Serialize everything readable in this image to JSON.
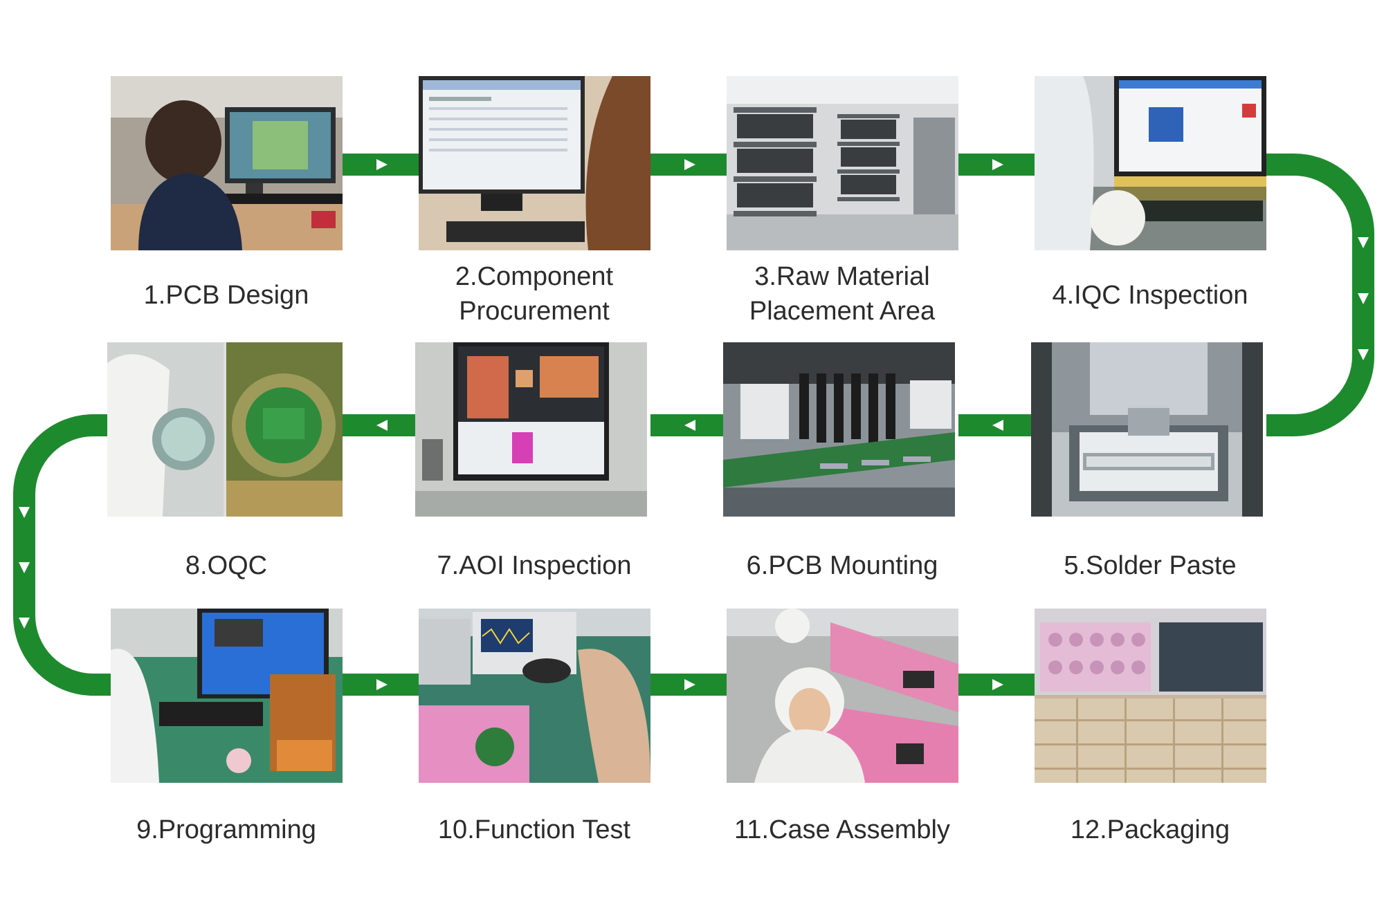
{
  "colors": {
    "track": "#1e8a2e",
    "arrow": "#ffffff",
    "label_text": "#2b2b2b"
  },
  "steps": [
    {
      "label": "1.PCB Design",
      "photo": "pcb-design-photo"
    },
    {
      "label": "2.Component\nProcurement",
      "photo": "component-procurement-photo"
    },
    {
      "label": "3.Raw Material\nPlacement Area",
      "photo": "raw-material-placement-photo"
    },
    {
      "label": "4.IQC Inspection",
      "photo": "iqc-inspection-photo"
    },
    {
      "label": "5.Solder Paste",
      "photo": "solder-paste-photo"
    },
    {
      "label": "6.PCB Mounting",
      "photo": "pcb-mounting-photo"
    },
    {
      "label": "7.AOI Inspection",
      "photo": "aoi-inspection-photo"
    },
    {
      "label": "8.OQC",
      "photo": "oqc-photo"
    },
    {
      "label": "9.Programming",
      "photo": "programming-photo"
    },
    {
      "label": "10.Function Test",
      "photo": "function-test-photo"
    },
    {
      "label": "11.Case Assembly",
      "photo": "case-assembly-photo"
    },
    {
      "label": "12.Packaging",
      "photo": "packaging-photo"
    }
  ]
}
